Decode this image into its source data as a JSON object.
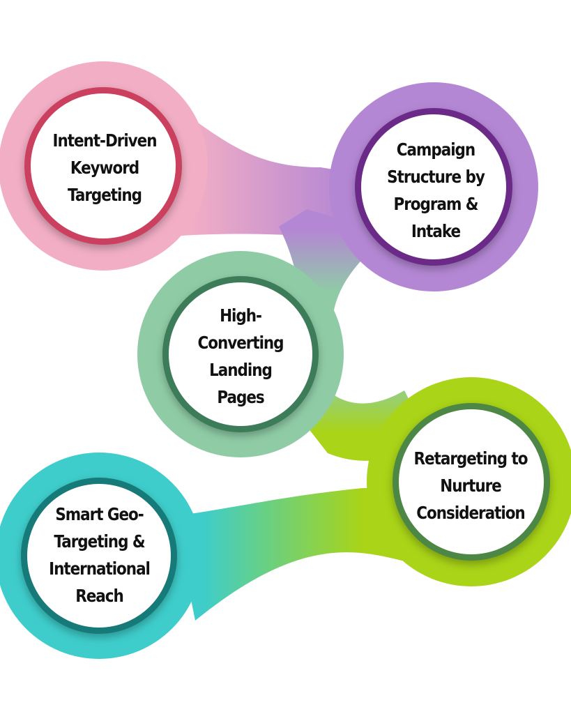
{
  "nodes": [
    {
      "label": "Intent-Driven Keyword Targeting",
      "color": "#f2aec5",
      "ring": "#cc3f5f"
    },
    {
      "label": "Campaign Structure by Program & Intake",
      "color": "#b487d4",
      "ring": "#6c2c88"
    },
    {
      "label": "High-Converting Landing Pages",
      "color": "#8fcca6",
      "ring": "#3d7b58"
    },
    {
      "label": "Retargeting to Nurture Consideration",
      "color": "#a9d417",
      "ring": "#4e8744"
    },
    {
      "label": "Smart Geo-Targeting & International Reach",
      "color": "#3ecdcb",
      "ring": "#177a78"
    }
  ]
}
